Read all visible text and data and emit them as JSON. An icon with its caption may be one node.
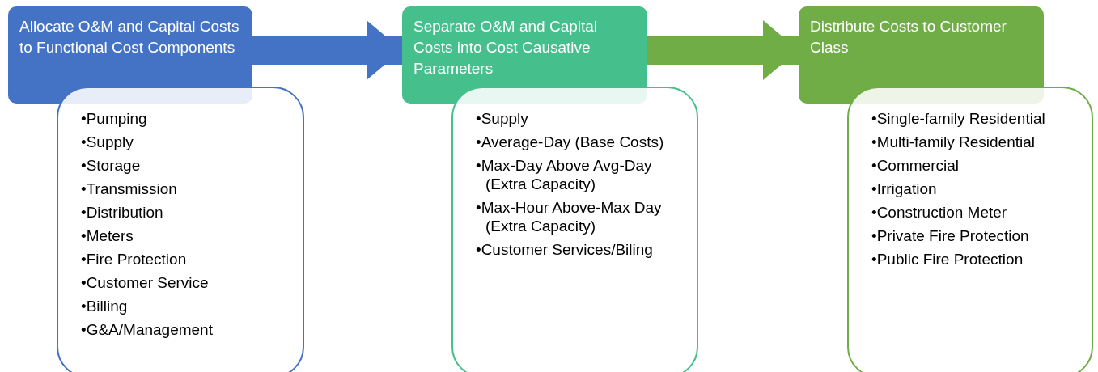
{
  "diagram": {
    "nodes": [
      {
        "text": [
          "Allocate O&M and Capital Costs to Functional Cost Components"
        ]
      },
      {
        "text": [
          "•Pumping",
          "•Supply",
          "•Storage",
          "•Transmission",
          "•Distribution",
          "•Meters",
          "•Fire Protection",
          "•Customer Service",
          "•Billing",
          "•G&A/Management"
        ]
      },
      {
        "text": [
          "Separate O&M and Capital Costs into Cost Causative Parameters"
        ]
      },
      {
        "text": [
          "•Supply",
          "•Average-Day (Base Costs)",
          "•Max-Day Above Avg-Day (Extra Capacity)",
          "•Max-Hour Above-Max Day (Extra Capacity)",
          "•Customer Services/Biling"
        ]
      },
      {
        "text": [
          "Distribute Costs to Customer Class"
        ]
      },
      {
        "text": [
          "•Single-family Residential",
          "•Multi-family Residential",
          "•Commercial",
          "•Irrigation",
          "•Construction Meter",
          "•Private Fire Protection",
          "•Public Fire Protection"
        ]
      }
    ],
    "edges": [
      {
        "from": 0,
        "to": 2,
        "arrow": "to",
        "color": "#4472c4"
      },
      {
        "from": 2,
        "to": 4,
        "arrow": "to",
        "color": "#70ad47"
      }
    ]
  }
}
